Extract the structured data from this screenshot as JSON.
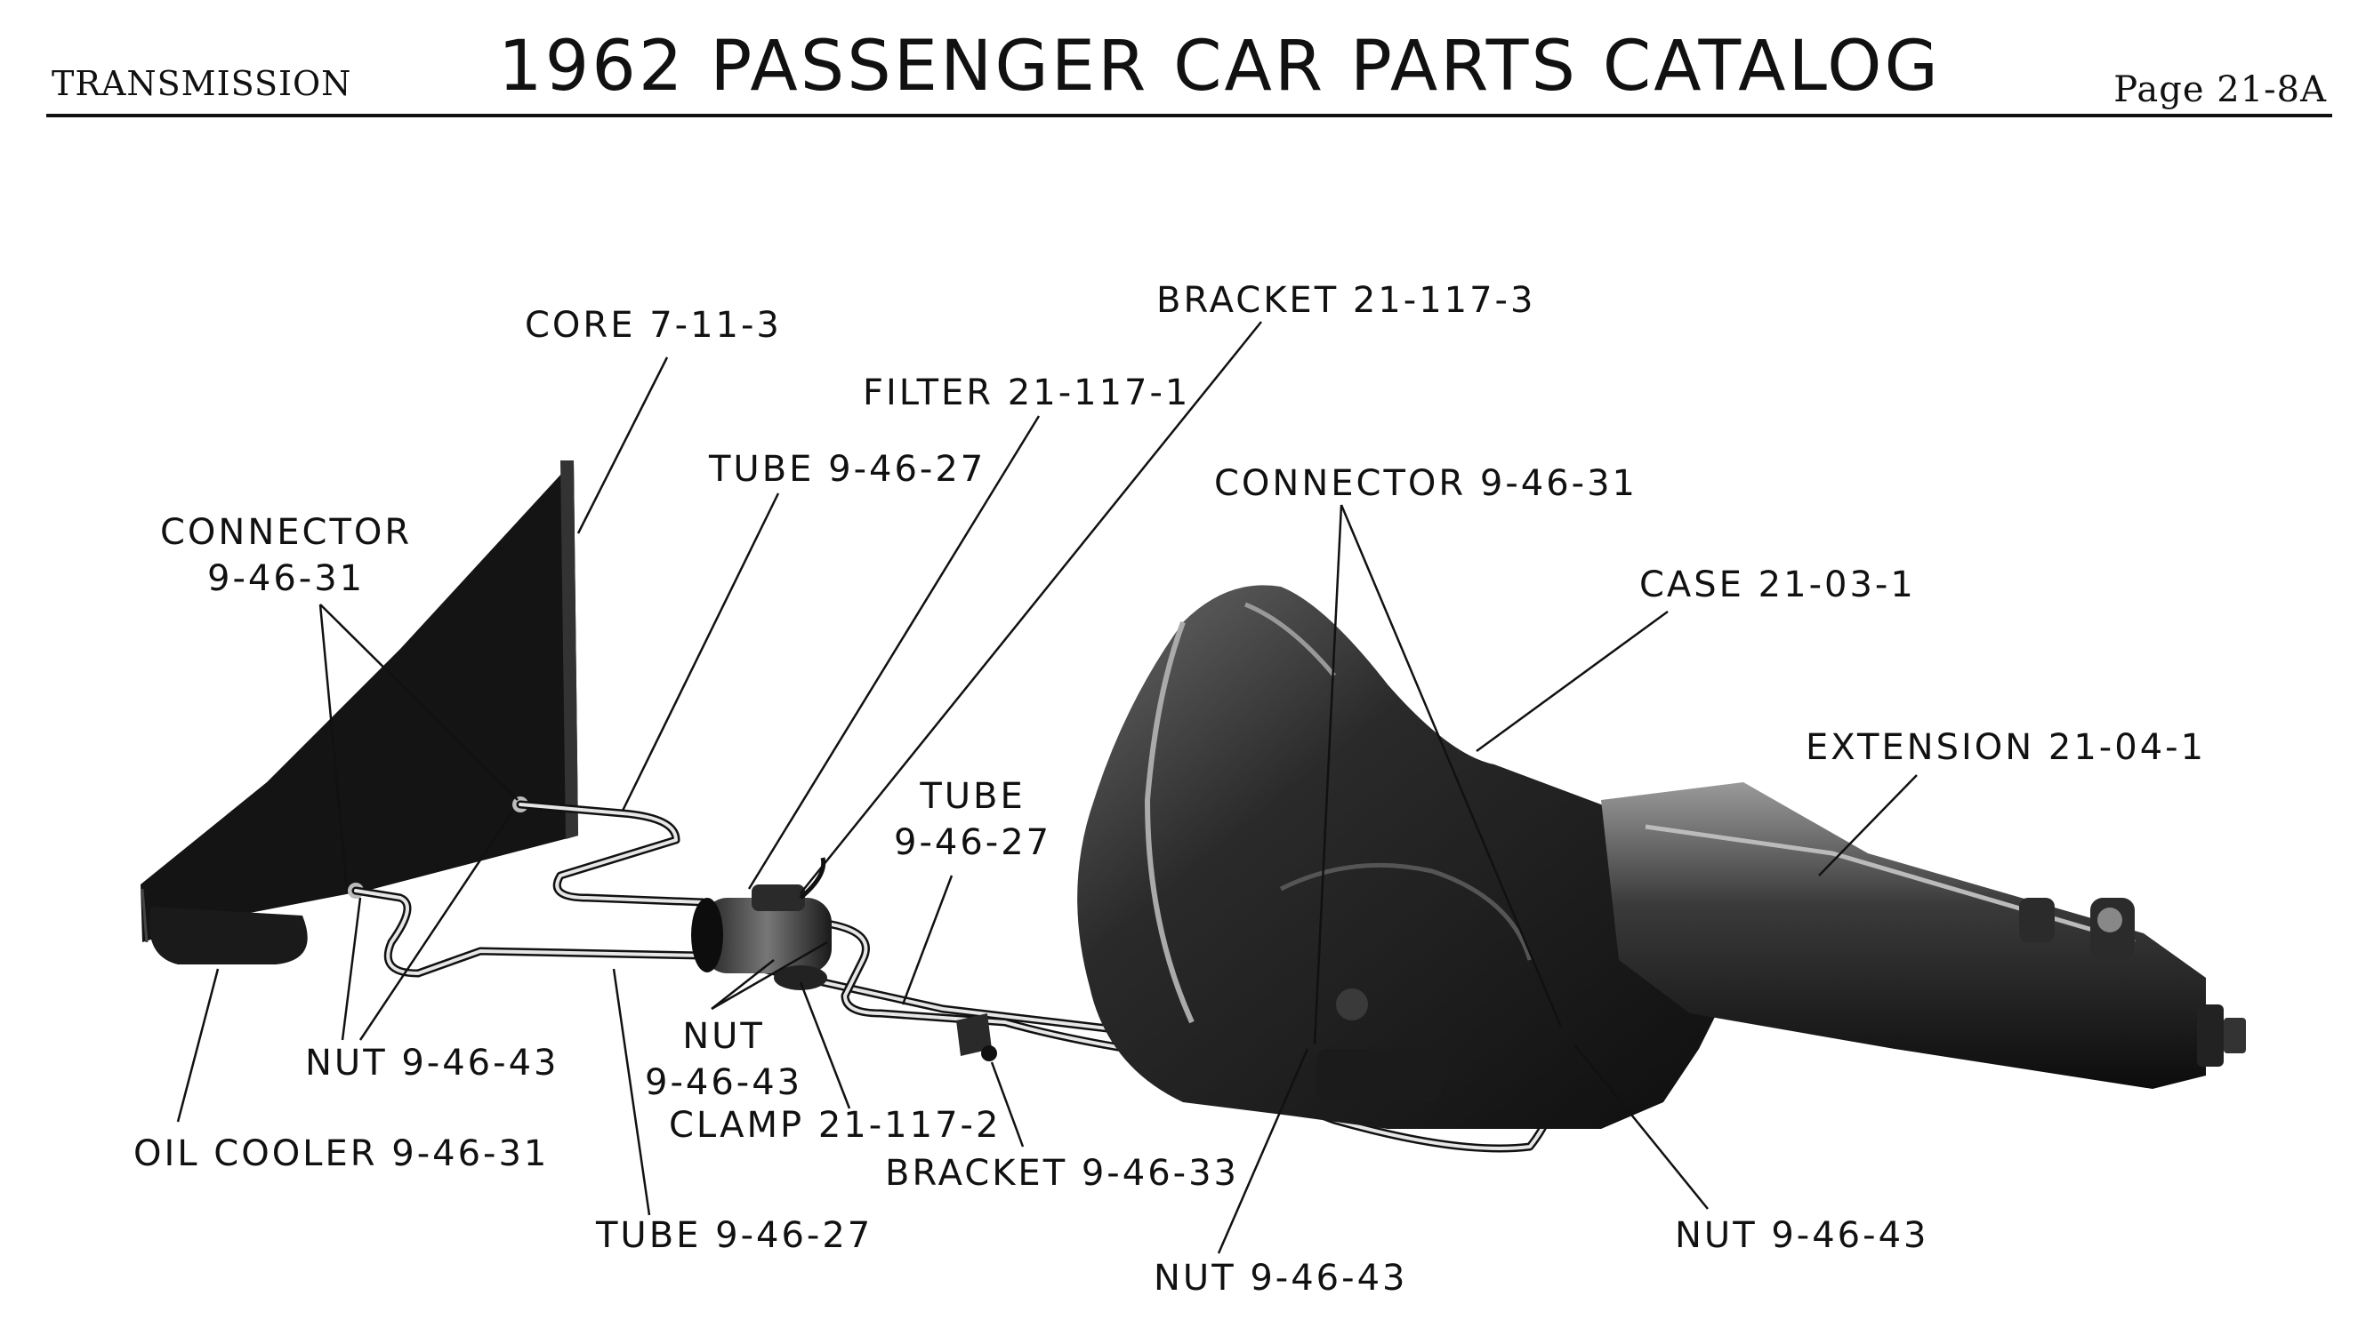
{
  "header": {
    "section": "TRANSMISSION",
    "title": "1962 PASSENGER CAR PARTS CATALOG",
    "page": "Page 21-8A"
  },
  "callouts": {
    "core": "CORE 7-11-3",
    "bracket_top": "BRACKET 21-117-3",
    "filter": "FILTER 21-117-1",
    "tube_upper": "TUBE 9-46-27",
    "connector_left_1": "CONNECTOR",
    "connector_left_2": "9-46-31",
    "connector_right": "CONNECTOR 9-46-31",
    "case": "CASE 21-03-1",
    "extension": "EXTENSION 21-04-1",
    "tube_mid_1": "TUBE",
    "tube_mid_2": "9-46-27",
    "nut_left": "NUT 9-46-43",
    "nut_mid_1": "NUT",
    "nut_mid_2": "9-46-43",
    "clamp": "CLAMP 21-117-2",
    "oil_cooler": "OIL COOLER 9-46-31",
    "bracket_bottom": "BRACKET 9-46-33",
    "tube_lower": "TUBE 9-46-27",
    "nut_bottom_center": "NUT 9-46-43",
    "nut_bottom_right": "NUT 9-46-43"
  }
}
